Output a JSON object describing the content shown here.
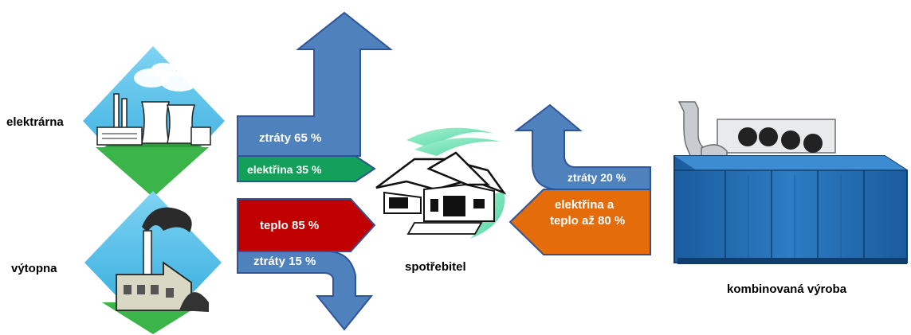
{
  "sources": {
    "power_plant_label": "elektrárna",
    "heating_plant_label": "výtopna",
    "chp_label": "kombinovaná výroba"
  },
  "flows": {
    "power_plant_losses": "ztráty 65 %",
    "power_plant_electricity": "elektřina 35 %",
    "heating_plant_heat": "teplo 85 %",
    "heating_plant_losses": "ztráty 15 %",
    "chp_losses": "ztráty 20 %",
    "chp_output_line1": "elektřina a",
    "chp_output_line2": "teplo až 80 %"
  },
  "consumer": {
    "label": "spotřebitel"
  },
  "colors": {
    "losses_blue": "#4f81bd",
    "arrow_border": "#2f5497",
    "electricity_green": "#13a05a",
    "heat_red": "#c00000",
    "chp_orange": "#e46c0a",
    "diamond_cyan": "#39b6e6",
    "ground_green": "#3bb54a",
    "container_blue": "#1f6ab2"
  },
  "icons": [
    "power-plant-icon",
    "heating-plant-icon",
    "house-icon",
    "chp-container-icon"
  ]
}
